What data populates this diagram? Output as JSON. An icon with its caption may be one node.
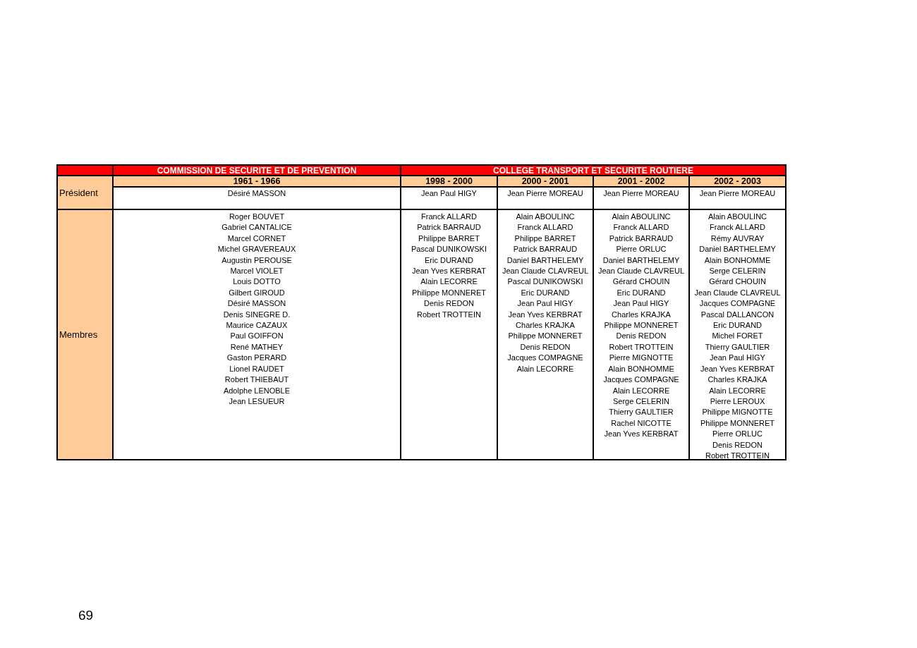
{
  "diagram": {
    "nodes": [
      {
        "text": [
          "COMMISSION DE SECURITE ET DE PREVENTION"
        ]
      },
      {
        "text": [
          "COLLEGE TRANSPORT ET SECURITE ROUTIERE"
        ]
      },
      {
        "text": [
          "1961 - 1966"
        ]
      },
      {
        "text": [
          "1998 - 2000"
        ]
      },
      {
        "text": [
          "2000 - 2001"
        ]
      },
      {
        "text": [
          "2001 - 2002"
        ]
      },
      {
        "text": [
          "2002 - 2003"
        ]
      },
      {
        "text": [
          "Président"
        ]
      },
      {
        "text": [
          "Membres"
        ]
      },
      {
        "text": [
          "Désiré MASSON"
        ]
      },
      {
        "text": [
          "Jean Paul HIGY"
        ]
      },
      {
        "text": [
          "Jean Pierre MOREAU"
        ]
      },
      {
        "text": [
          "Jean Pierre MOREAU"
        ]
      },
      {
        "text": [
          "Jean Pierre MOREAU"
        ]
      },
      {
        "text": [
          "Roger BOUVET",
          "Gabriel CANTALICE",
          "Marcel CORNET",
          "Michel GRAVEREAUX",
          "Augustin PEROUSE",
          "Marcel VIOLET",
          "Louis DOTTO",
          "Gilbert GIROUD",
          "Désiré MASSON",
          "Denis SINEGRE D.",
          "Maurice CAZAUX",
          "Paul GOIFFON",
          "René MATHEY",
          "Gaston PERARD",
          "Lionel RAUDET",
          "Robert THIEBAUT",
          "Adolphe LENOBLE",
          "Jean LESUEUR"
        ]
      },
      {
        "text": [
          "Franck ALLARD",
          "Patrick BARRAUD",
          "Philippe BARRET",
          "Pascal DUNIKOWSKI",
          "Eric DURAND",
          "Jean Yves KERBRAT",
          "Alain LECORRE",
          "Philippe MONNERET",
          "Denis REDON",
          "Robert TROTTEIN"
        ]
      },
      {
        "text": [
          "Alain ABOULINC",
          "Franck ALLARD",
          "Philippe BARRET",
          "Patrick BARRAUD",
          "Daniel BARTHELEMY",
          "Jean Claude CLAVREUL",
          "Pascal DUNIKOWSKI",
          "Eric DURAND",
          "Jean Paul HIGY",
          "Jean Yves KERBRAT",
          "Charles KRAJKA",
          "Philippe MONNERET",
          "Denis REDON",
          "Jacques COMPAGNE",
          "Alain LECORRE"
        ]
      },
      {
        "text": [
          "Alain ABOULINC",
          "Franck ALLARD",
          "Patrick BARRAUD",
          "Pierre ORLUC",
          "Daniel BARTHELEMY",
          "Jean Claude CLAVREUL",
          "Gérard CHOUIN",
          "Eric DURAND",
          "Jean Paul HIGY",
          "Charles KRAJKA",
          "Philippe MONNERET",
          "Denis REDON",
          "Robert TROTTEIN",
          "Pierre MIGNOTTE",
          "Alain BONHOMME",
          "Jacques COMPAGNE",
          "Alain LECORRE",
          "Serge CELERIN",
          "Thierry GAULTIER",
          "Rachel NICOTTE",
          "Jean Yves KERBRAT"
        ]
      },
      {
        "text": [
          "Alain ABOULINC",
          "Franck ALLARD",
          "Rémy AUVRAY",
          "Daniel BARTHELEMY",
          "Alain BONHOMME",
          "Serge CELERIN",
          "Gérard CHOUIN",
          "Jean Claude CLAVREUL",
          "Jacques COMPAGNE",
          "Pascal DALLANCON",
          "Eric DURAND",
          "Michel FORET",
          "Thierry GAULTIER",
          "Jean Paul HIGY",
          "Jean Yves KERBRAT",
          "Charles KRAJKA",
          "Alain LECORRE",
          "Pierre LEROUX",
          "Philippe MIGNOTTE",
          "Philippe MONNERET",
          "Pierre ORLUC",
          "Denis REDON",
          "Robert TROTTEIN"
        ]
      }
    ],
    "labels": [
      "69"
    ]
  }
}
